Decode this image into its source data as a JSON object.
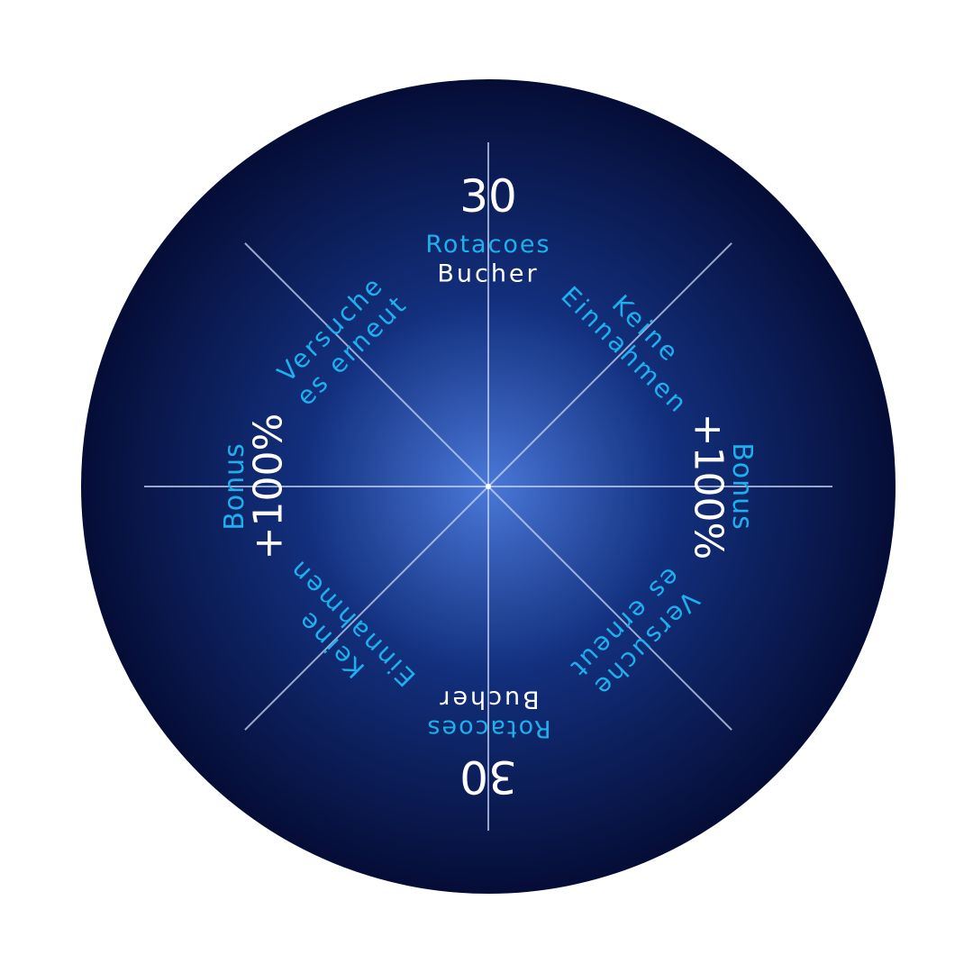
{
  "wheel": {
    "colors": {
      "rim": "#050d36",
      "mid": "#13307e",
      "center": "#4a78d8",
      "divider": "#c8d6f2",
      "primary_text": "#ffffff",
      "secondary_text": "#1eb0ee"
    },
    "segments": [
      {
        "id": "top",
        "lines": [
          "30",
          "Rotacoes",
          "Bucher"
        ]
      },
      {
        "id": "upper-right",
        "lines": [
          "Keine",
          "Einnahmen"
        ]
      },
      {
        "id": "right",
        "lines": [
          "Bonus",
          "+100%"
        ]
      },
      {
        "id": "lower-right",
        "lines": [
          "Versuche",
          "es erneut"
        ]
      },
      {
        "id": "bottom",
        "lines": [
          "30",
          "Rotacoes",
          "Bucher"
        ]
      },
      {
        "id": "lower-left",
        "lines": [
          "Keine",
          "Einnahmen"
        ]
      },
      {
        "id": "left",
        "lines": [
          "Bonus",
          "+100%"
        ]
      },
      {
        "id": "upper-left",
        "lines": [
          "Versuche",
          "es erneut"
        ]
      }
    ]
  }
}
